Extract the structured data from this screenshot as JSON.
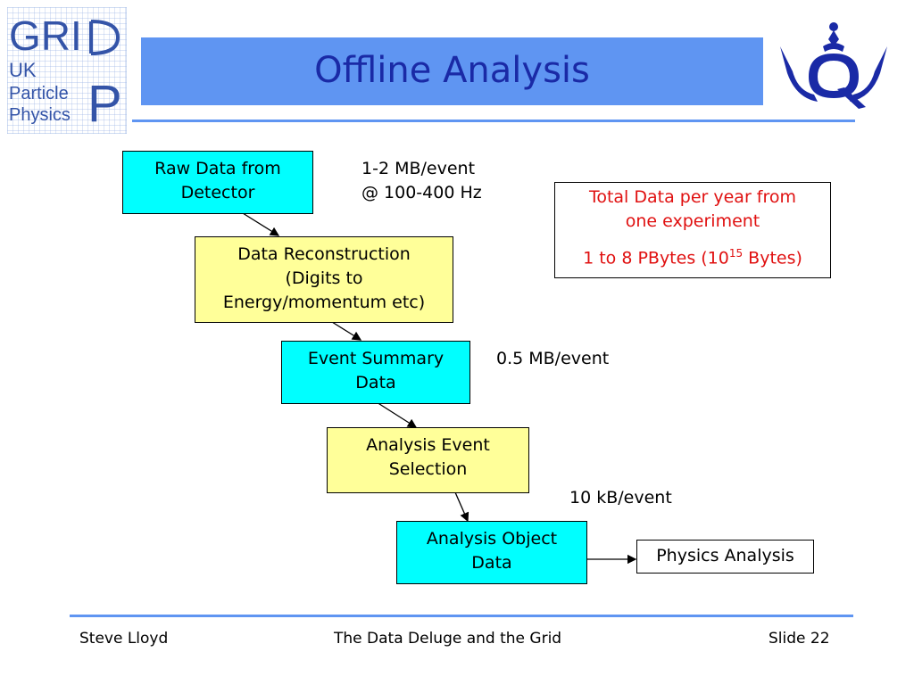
{
  "logo": {
    "line1": "GRI",
    "letter_p_top": "D",
    "line2": "UK",
    "line3": "Particle",
    "line4": "Physics",
    "letter_p_bottom": "P"
  },
  "title": "Offline Analysis",
  "flow": {
    "raw": {
      "line1": "Raw Data from",
      "line2": "Detector"
    },
    "reco": {
      "line1": "Data Reconstruction",
      "line2": "(Digits to",
      "line3": "Energy/momentum etc)"
    },
    "esd": {
      "line1": "Event Summary",
      "line2": "Data"
    },
    "selection": {
      "line1": "Analysis Event",
      "line2": "Selection"
    },
    "aod": {
      "line1": "Analysis Object",
      "line2": "Data"
    },
    "physics": "Physics Analysis"
  },
  "annotations": {
    "raw_rate_1": "1-2 MB/event",
    "raw_rate_2": "@ 100-400 Hz",
    "esd_size": "0.5 MB/event",
    "aod_size": "10 kB/event"
  },
  "total_box": {
    "line1": "Total Data per year from",
    "line2": "one experiment",
    "line3_pre": "1 to 8 PBytes (10",
    "line3_sup": "15",
    "line3_post": " Bytes)"
  },
  "footer": {
    "author": "Steve Lloyd",
    "talk": "The Data Deluge and the Grid",
    "slide": "Slide 22"
  },
  "colors": {
    "title_bar": "#5f95f2",
    "title_text": "#1a2aa6",
    "box_cyan": "#00ffff",
    "box_yellow": "#ffff99",
    "red_text": "#e01010"
  }
}
